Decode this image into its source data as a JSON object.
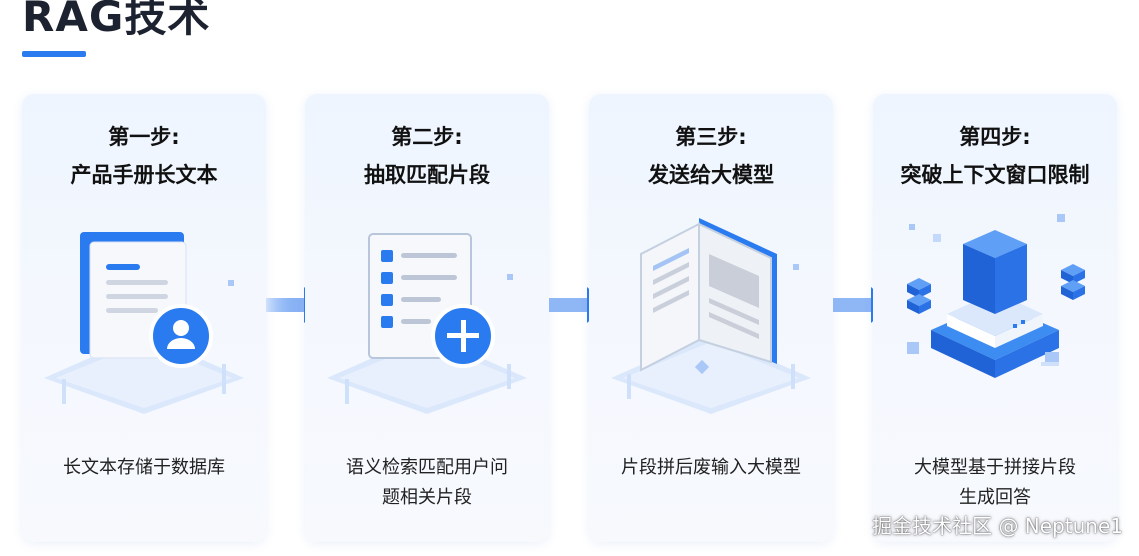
{
  "title": "RAG技术",
  "steps": [
    {
      "label": "第一步:",
      "title": "产品手册长文本",
      "desc": "长文本存储于数据库"
    },
    {
      "label": "第二步:",
      "title": "抽取匹配片段",
      "desc_line1": "语义检索匹配用户问",
      "desc_line2": "题相关片段"
    },
    {
      "label": "第三步:",
      "title": "发送给大模型",
      "desc": "片段拼后废输入大模型"
    },
    {
      "label": "第四步:",
      "title": "突破上下文窗口限制",
      "desc_line1": "大模型基于拼接片段",
      "desc_line2": "生成回答"
    }
  ],
  "watermark": "掘金技术社区 @ Neptune1",
  "colors": {
    "accent": "#2b7bf0",
    "card_bg": "#eef5ff"
  },
  "icons": [
    "document-user-icon",
    "checklist-plus-icon",
    "open-book-icon",
    "server-stack-icon",
    "arrow-right-icon"
  ]
}
